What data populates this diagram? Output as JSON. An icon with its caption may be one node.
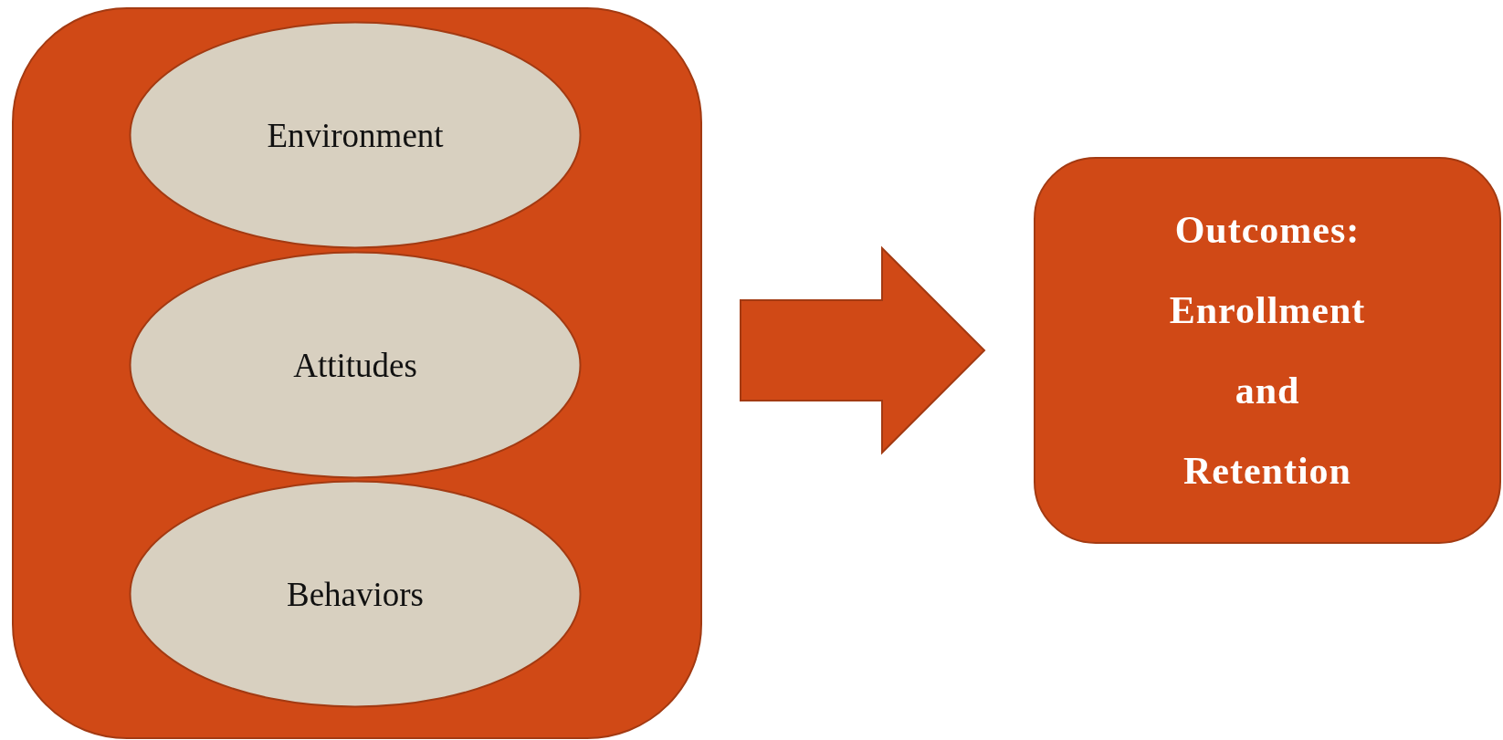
{
  "diagram": {
    "nodes": [
      {
        "text": [],
        "shape": "box"
      },
      {
        "text": [
          "Environment"
        ],
        "in": 0
      },
      {
        "text": [
          "Attitudes"
        ],
        "in": 0
      },
      {
        "text": [
          "Behaviors"
        ],
        "in": 0
      },
      {
        "text": [
          "Outcomes: Enrollment and Retention"
        ]
      }
    ],
    "edges": [
      {
        "from": 0,
        "to": 4,
        "arrow": "to"
      }
    ]
  }
}
